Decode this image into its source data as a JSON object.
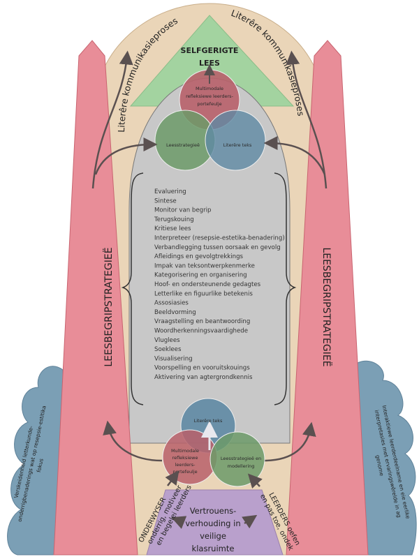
{
  "top": {
    "title_line1": "SELFGERIGTE",
    "title_line2": "LEES",
    "arc_left": "Literêre kommunikasieproses",
    "arc_right": "Literêre kommunikasieproses",
    "circles": {
      "red": [
        "Multimodale",
        "refleksiewe leerders-",
        "portefeulje"
      ],
      "green": "Leesstrategieë",
      "blue": "Literêre teks"
    }
  },
  "pillars": {
    "left": "LEESBEGRIPSTRATEGIEË",
    "right": "LEESBEGRIPSTRATEGIEË"
  },
  "strategies": [
    "Evaluering",
    "Sintese",
    "Monitor van begrip",
    "Terugskouing",
    "Kritiese lees",
    "Interpreteer (resepsie-estetika-benadering)",
    "Verbandlegging tussen oorsaak en gevolg",
    "Afleidings en gevolgtrekkings",
    "Impak van teksontwerpkenmerke",
    "Kategorisering en organisering",
    "Hoof- en ondersteunende gedagtes",
    "Letterlike en figuurlike betekenis",
    "Assosiasies",
    "Beeldvorming",
    "Vraagstelling en beantwoording",
    "Woordherkenningsvaardighede",
    "Vluglees",
    "Soeklees",
    "Visualisering",
    "Voorspelling en vooruitskouings",
    "Aktivering van agtergrondkennis"
  ],
  "bottom": {
    "circles": {
      "blue": "Literêre teks",
      "red": [
        "Multimodale",
        "refleksiewe",
        "leerders-",
        "portefeulje"
      ],
      "green": [
        "Leesstrategieë en",
        "modellering"
      ]
    },
    "teacher": [
      "ONDERWYSER",
      "onderrig, motiveer",
      "en begelei leerders"
    ],
    "learners": [
      "LEERDERS oefen",
      "en pas toe, ondek"
    ],
    "base": [
      "Vertrouens-",
      "verhouding in",
      "veilige",
      "klasruimte"
    ]
  },
  "clouds": {
    "left": [
      "Verskeidenheid letterkunde-",
      "onderrigbenaderings wat op resepsie-estitika",
      "fokus"
    ],
    "right": [
      "Interaktiewe leerderdeelname en eie eerlike",
      "interpretasies met ervaringswêrelde in ag",
      "genome"
    ]
  },
  "colors": {
    "dome": "#ead5b8",
    "triangle": "#a3d3a0",
    "bullet": "#c8c8c8",
    "pillar": "#e88d98",
    "cloud": "#7b9fb5",
    "red": "#b8606a",
    "green": "#6c9a68",
    "blue": "#5f8aa4",
    "base": "#b9a0cc"
  }
}
